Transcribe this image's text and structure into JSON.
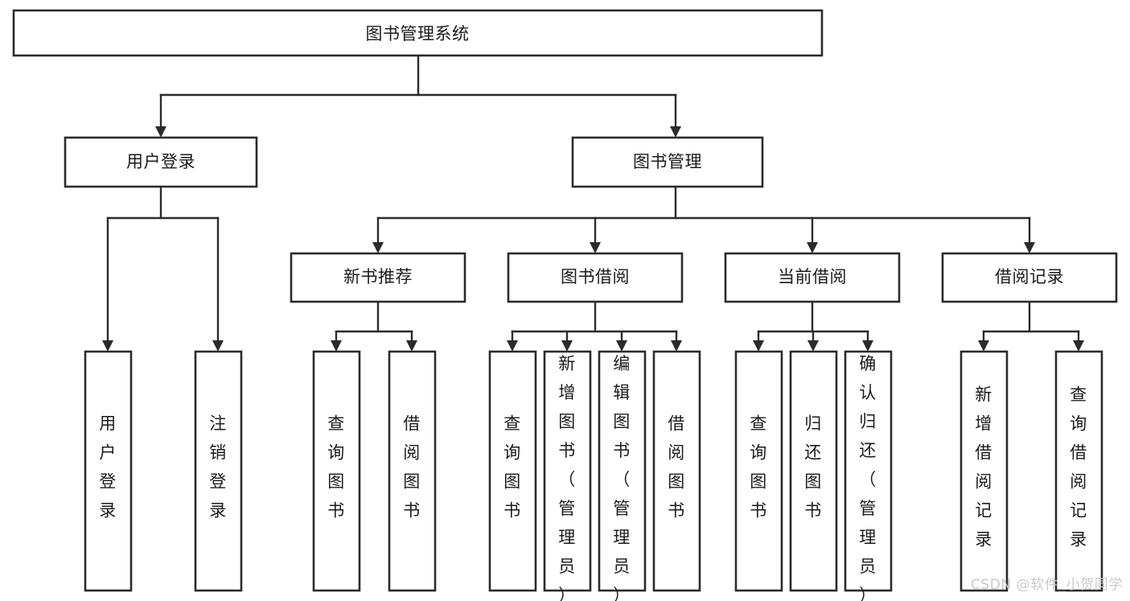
{
  "diagram": {
    "type": "tree",
    "title": "图书管理系统",
    "orientation": "top-down",
    "colors": {
      "node_fill": "#ffffff",
      "node_stroke": "#2b2b2b",
      "edge_stroke": "#2b2b2b",
      "label_color": "#1b1b1b",
      "watermark_color": "#c9c9c9",
      "background": "#ffffff"
    },
    "root": {
      "label": "图书管理系统"
    },
    "level2": [
      {
        "label": "用户登录"
      },
      {
        "label": "图书管理"
      }
    ],
    "level3": [
      {
        "label": "新书推荐"
      },
      {
        "label": "图书借阅"
      },
      {
        "label": "当前借阅"
      },
      {
        "label": "借阅记录"
      }
    ],
    "leaves": {
      "user_login": [
        {
          "label": "用户登录"
        },
        {
          "label": "注销登录"
        }
      ],
      "new_book_recommend": [
        {
          "label": "查询图书"
        },
        {
          "label": "借阅图书"
        }
      ],
      "book_borrow": [
        {
          "label": "查询图书"
        },
        {
          "label": "新增图书（管理员）"
        },
        {
          "label": "编辑图书（管理员）"
        },
        {
          "label": "借阅图书"
        }
      ],
      "current_borrow": [
        {
          "label": "查询图书"
        },
        {
          "label": "归还图书"
        },
        {
          "label": "确认归还（管理员）"
        }
      ],
      "borrow_record": [
        {
          "label": "新增借阅记录"
        },
        {
          "label": "查询借阅记录"
        }
      ]
    }
  },
  "watermark": {
    "text": "CSDN @软件_小贺同学"
  }
}
